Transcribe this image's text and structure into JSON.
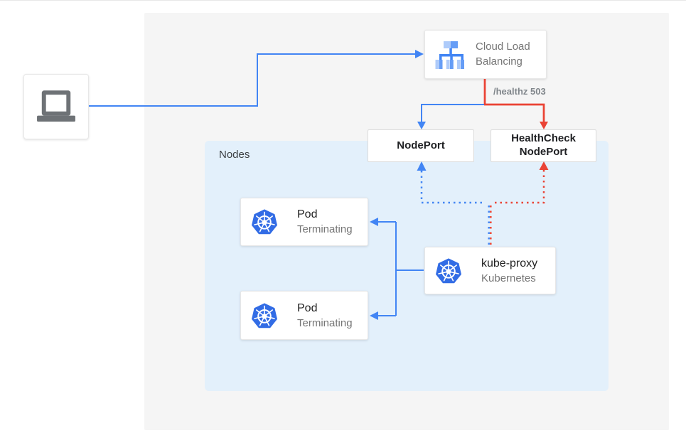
{
  "client": {
    "icon": "laptop-icon"
  },
  "cloud_load_balancing": {
    "label": "Cloud Load Balancing",
    "icon": "cloud-load-balancing-icon"
  },
  "healthz": {
    "label": "/healthz 503"
  },
  "nodeport": {
    "label": "NodePort"
  },
  "healthcheck_nodeport": {
    "label": "HealthCheck NodePort"
  },
  "nodes": {
    "label": "Nodes"
  },
  "pods": [
    {
      "title": "Pod",
      "subtitle": "Terminating",
      "icon": "kubernetes-icon"
    },
    {
      "title": "Pod",
      "subtitle": "Terminating",
      "icon": "kubernetes-icon"
    }
  ],
  "kube_proxy": {
    "title": "kube-proxy",
    "subtitle": "Kubernetes",
    "icon": "kubernetes-icon"
  },
  "colors": {
    "traffic_blue": "#4285F4",
    "health_red": "#EA4335",
    "panel_bg": "#F5F5F5",
    "nodes_bg": "#E3F0FB",
    "kubernetes_blue": "#326CE5",
    "muted_text": "#757575",
    "healthz_text": "#80868B"
  }
}
